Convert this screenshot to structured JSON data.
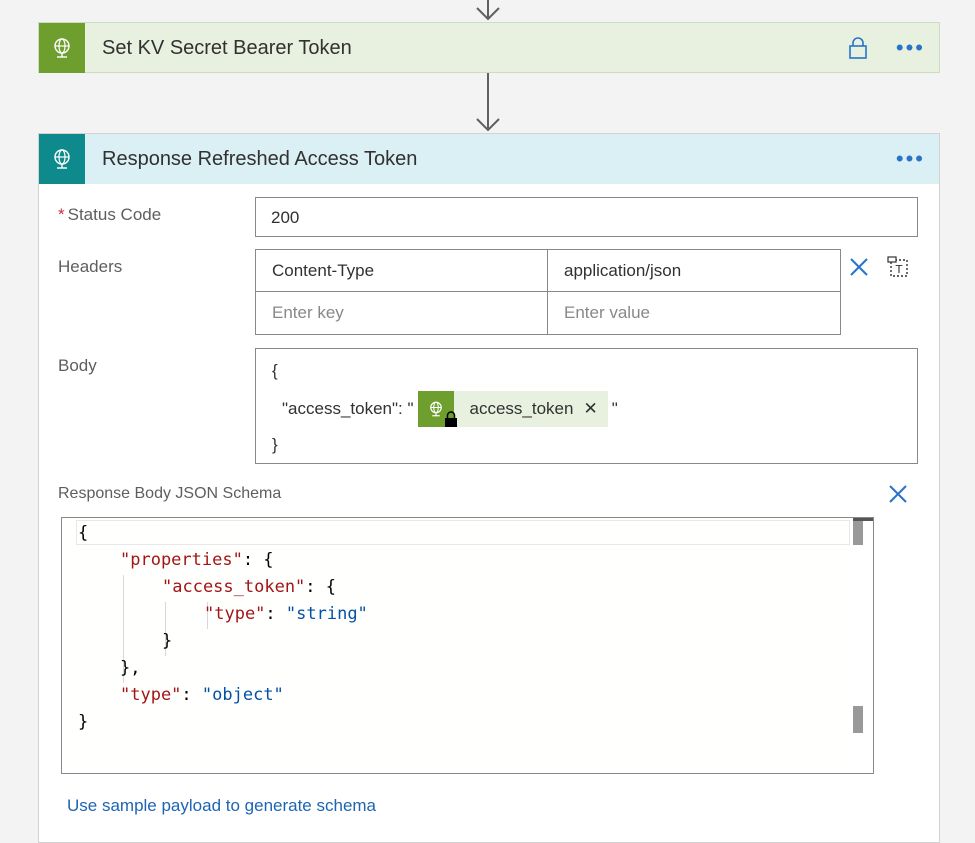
{
  "step1": {
    "title": "Set KV Secret Bearer Token",
    "icon": "globe-icon",
    "accent": "#6d9e2e",
    "header_bg": "#e8f0e0"
  },
  "step2": {
    "title": "Response Refreshed Access Token",
    "icon": "globe-icon",
    "accent": "#0f8a8c",
    "header_bg": "#daf0f4",
    "status_code": {
      "label": "Status Code",
      "required_marker": "*",
      "value": "200"
    },
    "headers": {
      "label": "Headers",
      "rows": [
        {
          "key": "Content-Type",
          "value": "application/json"
        }
      ],
      "key_placeholder": "Enter key",
      "value_placeholder": "Enter value"
    },
    "body": {
      "label": "Body",
      "open_brace": "{",
      "prefix": "\"access_token\": \"",
      "token_label": "access_token",
      "suffix": "\"",
      "close_brace": "}"
    },
    "schema": {
      "label": "Response Body JSON Schema",
      "lines": [
        {
          "indent": 0,
          "parts": [
            {
              "t": "{",
              "c": "p"
            }
          ]
        },
        {
          "indent": 1,
          "parts": [
            {
              "t": "\"properties\"",
              "c": "k"
            },
            {
              "t": ": {",
              "c": "p"
            }
          ]
        },
        {
          "indent": 2,
          "parts": [
            {
              "t": "\"access_token\"",
              "c": "k"
            },
            {
              "t": ": {",
              "c": "p"
            }
          ]
        },
        {
          "indent": 3,
          "parts": [
            {
              "t": "\"type\"",
              "c": "k"
            },
            {
              "t": ": ",
              "c": "p"
            },
            {
              "t": "\"string\"",
              "c": "s"
            }
          ]
        },
        {
          "indent": 2,
          "parts": [
            {
              "t": "}",
              "c": "p"
            }
          ]
        },
        {
          "indent": 1,
          "parts": [
            {
              "t": "},",
              "c": "p"
            }
          ]
        },
        {
          "indent": 1,
          "parts": [
            {
              "t": "\"type\"",
              "c": "k"
            },
            {
              "t": ": ",
              "c": "p"
            },
            {
              "t": "\"object\"",
              "c": "s"
            }
          ]
        },
        {
          "indent": 0,
          "parts": [
            {
              "t": "}",
              "c": "p"
            }
          ]
        }
      ]
    },
    "generate_link": "Use sample payload to generate schema"
  }
}
